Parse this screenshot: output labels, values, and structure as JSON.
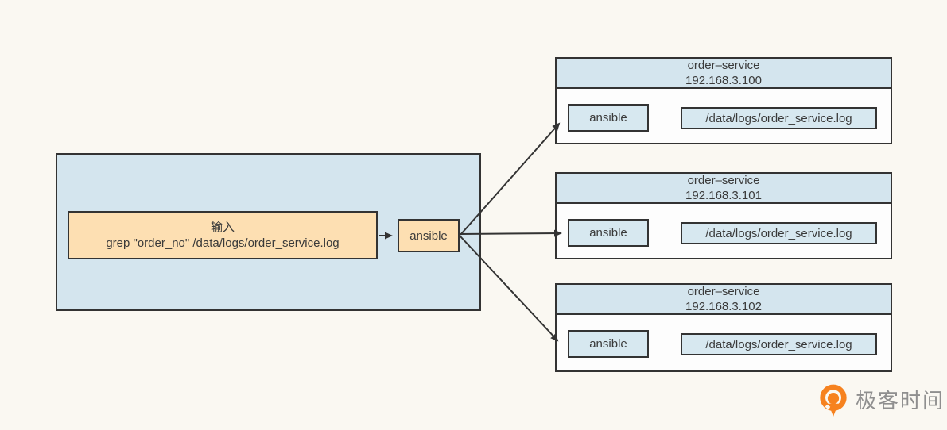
{
  "diagram": {
    "input": {
      "title": "输入",
      "command": "grep \"order_no\" /data/logs/order_service.log"
    },
    "hub_label": "ansible",
    "servers": [
      {
        "name": "order–service",
        "ip": "192.168.3.100",
        "agent_label": "ansible",
        "log_path": "/data/logs/order_service.log"
      },
      {
        "name": "order–service",
        "ip": "192.168.3.101",
        "agent_label": "ansible",
        "log_path": "/data/logs/order_service.log"
      },
      {
        "name": "order–service",
        "ip": "192.168.3.102",
        "agent_label": "ansible",
        "log_path": "/data/logs/order_service.log"
      }
    ]
  },
  "branding": {
    "logo_text": "极客时间"
  },
  "colors": {
    "page-bg": "#FAF8F2",
    "panel-blue": "#D4E5EE",
    "box-blue": "#D7E8F0",
    "box-orange": "#FDDFB2",
    "stroke-dark": "#333333",
    "text-dark": "#3A3A3A",
    "logo-orange": "#F6821F",
    "logo-text-gray": "#8F8F8F"
  }
}
